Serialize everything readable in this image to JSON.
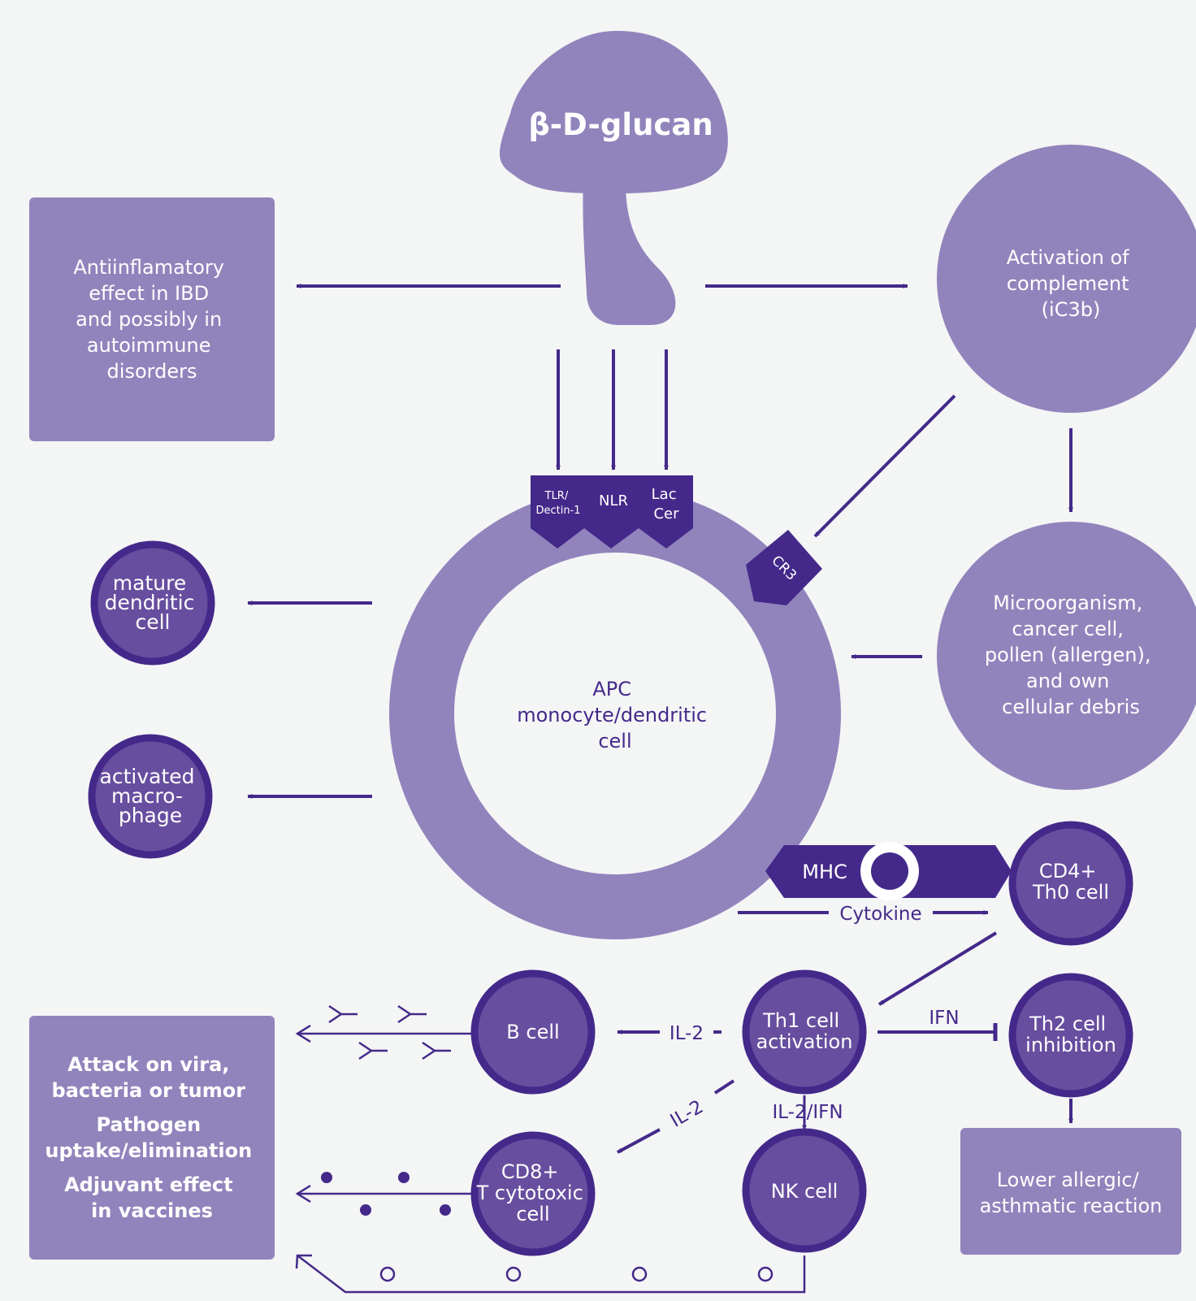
{
  "colors": {
    "background": "#f4f5f5",
    "light_purple": "#9184bc",
    "dark_purple": "#44298a",
    "mid_purple": "#674e9f",
    "white": "#ffffff"
  },
  "center": {
    "mushroom_label": "β-D-glucan",
    "apc_lines": [
      "APC",
      "monocyte/dendritic",
      "cell"
    ]
  },
  "receptors": {
    "tlr_lines": [
      "TLR/",
      "Dectin-1"
    ],
    "nlr": "NLR",
    "laccer_lines": [
      "Lac",
      "Cer"
    ],
    "cr3": "CR3",
    "mhc": "MHC",
    "cytokine": "Cytokine"
  },
  "boxes": {
    "antiinflammatory_lines": [
      "Antiinflamatory",
      "effect in IBD",
      "and possibly in",
      "autoimmune",
      "disorders"
    ],
    "complement_lines": [
      "Activation of",
      "complement",
      "(iC3b)"
    ],
    "microorganism_lines": [
      "Microorganism,",
      "cancer cell,",
      "pollen (allergen),",
      "and own",
      "cellular debris"
    ],
    "attack_lines": [
      "Attack on vira,",
      "bacteria or tumor",
      "Pathogen",
      "uptake/elimination",
      "Adjuvant effect",
      "in vaccines"
    ],
    "allergic_lines": [
      "Lower allergic/",
      "asthmatic reaction"
    ]
  },
  "cells": {
    "mature_dendritic_lines": [
      "mature",
      "dendritic",
      "cell"
    ],
    "activated_macrophage_lines": [
      "activated",
      "macro-",
      "phage"
    ],
    "cd4_lines": [
      "CD4+",
      "Th0 cell"
    ],
    "th1_lines": [
      "Th1 cell",
      "activation"
    ],
    "th2_lines": [
      "Th2 cell",
      "inhibition"
    ],
    "b_cell": "B cell",
    "cd8_lines": [
      "CD8+",
      "T cytotoxic",
      "cell"
    ],
    "nk_cell": "NK cell"
  },
  "arrow_labels": {
    "il2_bcell": "IL-2",
    "il2_cd8": "IL-2",
    "il2_ifn": "IL-2/IFN",
    "ifn": "IFN"
  }
}
